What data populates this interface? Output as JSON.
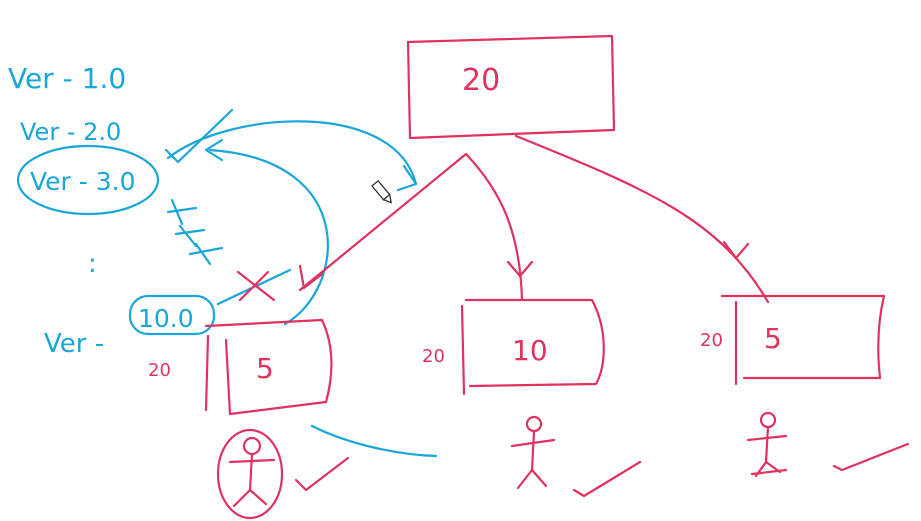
{
  "colors": {
    "pink": "#e0325f",
    "blue": "#1aa6d8"
  },
  "versions": {
    "v1": "Ver - 1.0",
    "v2": "Ver - 2.0",
    "v3": "Ver - 3.0",
    "dots": ":",
    "v10_prefix": "Ver -",
    "v10": "10.0"
  },
  "nodes": {
    "root_value": "20",
    "left_value": "5",
    "left_tag": "20",
    "mid_value": "10",
    "mid_tag": "20",
    "right_value": "5",
    "right_tag": "20"
  },
  "icons": [
    "pencil-cursor-icon",
    "stick-figure-icon",
    "check-mark-icon",
    "cross-mark-icon"
  ]
}
